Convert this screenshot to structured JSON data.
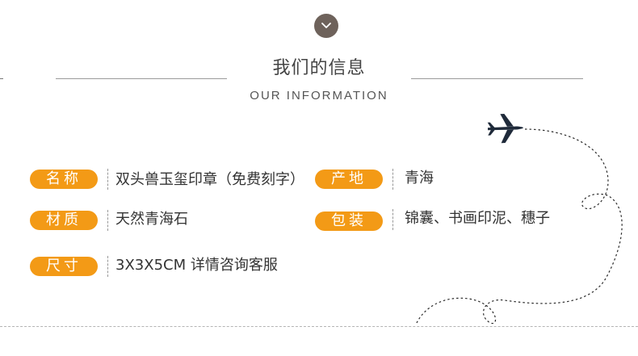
{
  "header": {
    "title": "我们的信息",
    "subtitle": "OUR INFORMATION"
  },
  "info": [
    {
      "label": "名称",
      "value": "双头兽玉玺印章（免费刻字）"
    },
    {
      "label": "产地",
      "value": "青海"
    },
    {
      "label": "材质",
      "value": "天然青海石"
    },
    {
      "label": "包装",
      "value": "锦囊、书画印泥、穗子"
    },
    {
      "label": "尺寸",
      "value": "3X3X5CM  详情咨询客服"
    }
  ],
  "colors": {
    "accent": "#f39a16",
    "chevron_bg": "#6e625b",
    "plane": "#1f2a3a"
  },
  "icons": {
    "chevron": "chevron-down-icon",
    "plane": "airplane-icon"
  }
}
